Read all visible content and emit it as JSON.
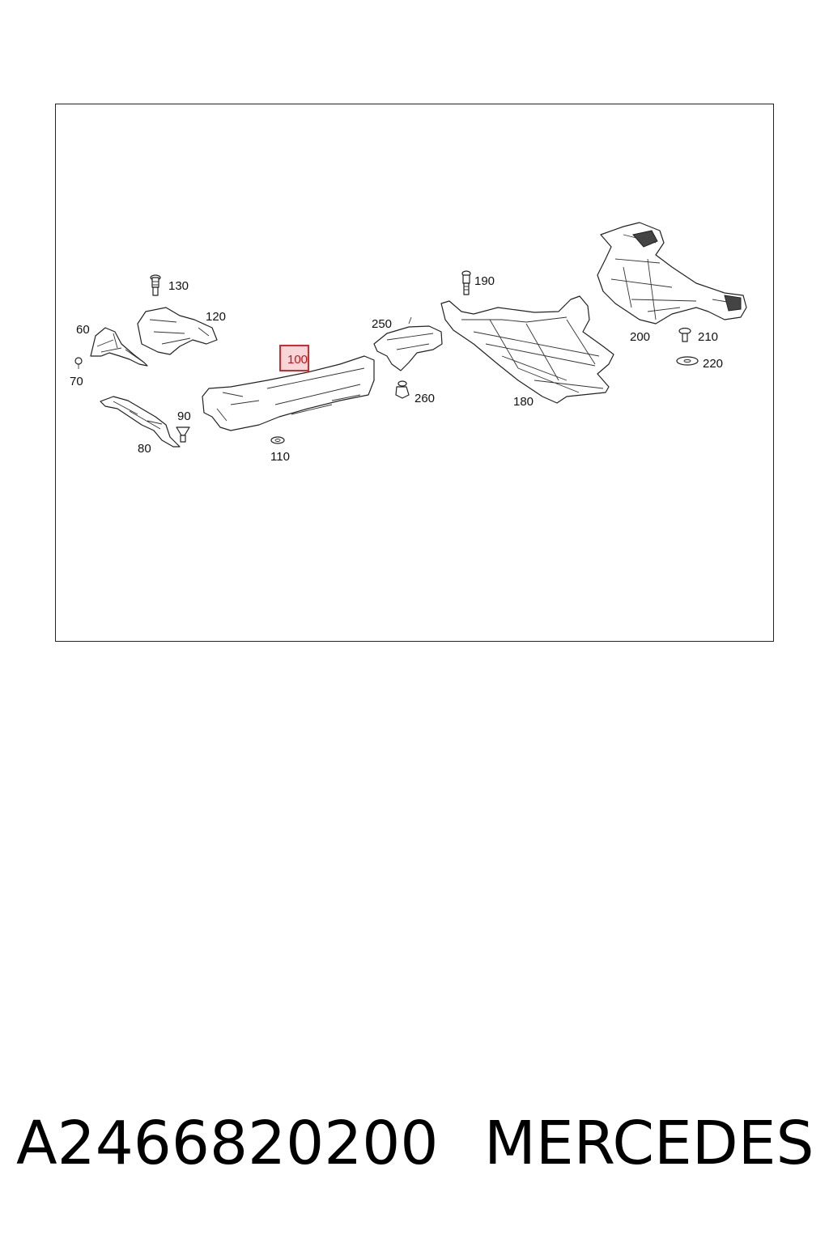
{
  "diagram": {
    "callouts": {
      "c60": "60",
      "c70": "70",
      "c80": "80",
      "c90": "90",
      "c100": "100",
      "c110": "110",
      "c120": "120",
      "c130": "130",
      "c180": "180",
      "c190": "190",
      "c200": "200",
      "c210": "210",
      "c220": "220",
      "c250": "250",
      "c260": "260"
    },
    "highlighted_callout": "100",
    "highlight_color": "#d22a2f"
  },
  "footer": {
    "part_number": "A2466820200",
    "brand": "MERCEDES"
  }
}
